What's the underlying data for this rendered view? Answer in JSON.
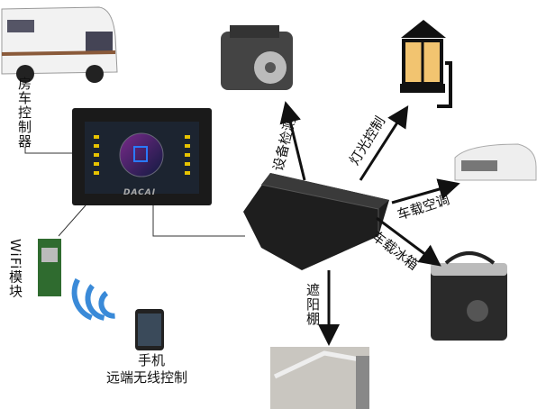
{
  "labels": {
    "rv_controller": "房车控制器",
    "wifi_module": "WiFi模块",
    "phone_title": "手机",
    "phone_desc": "远端无线控制",
    "device_check": "设备检测",
    "light_control": "灯光控制",
    "air_conditioner": "车载空调",
    "fridge": "车载冰箱",
    "awning": "遮阳棚"
  },
  "screen": {
    "brand": "DACAI"
  },
  "colors": {
    "arrow": "#111111",
    "wifi": "#3a8ad8",
    "screen_bg": "#1c2430",
    "accent": "#e6c200"
  }
}
